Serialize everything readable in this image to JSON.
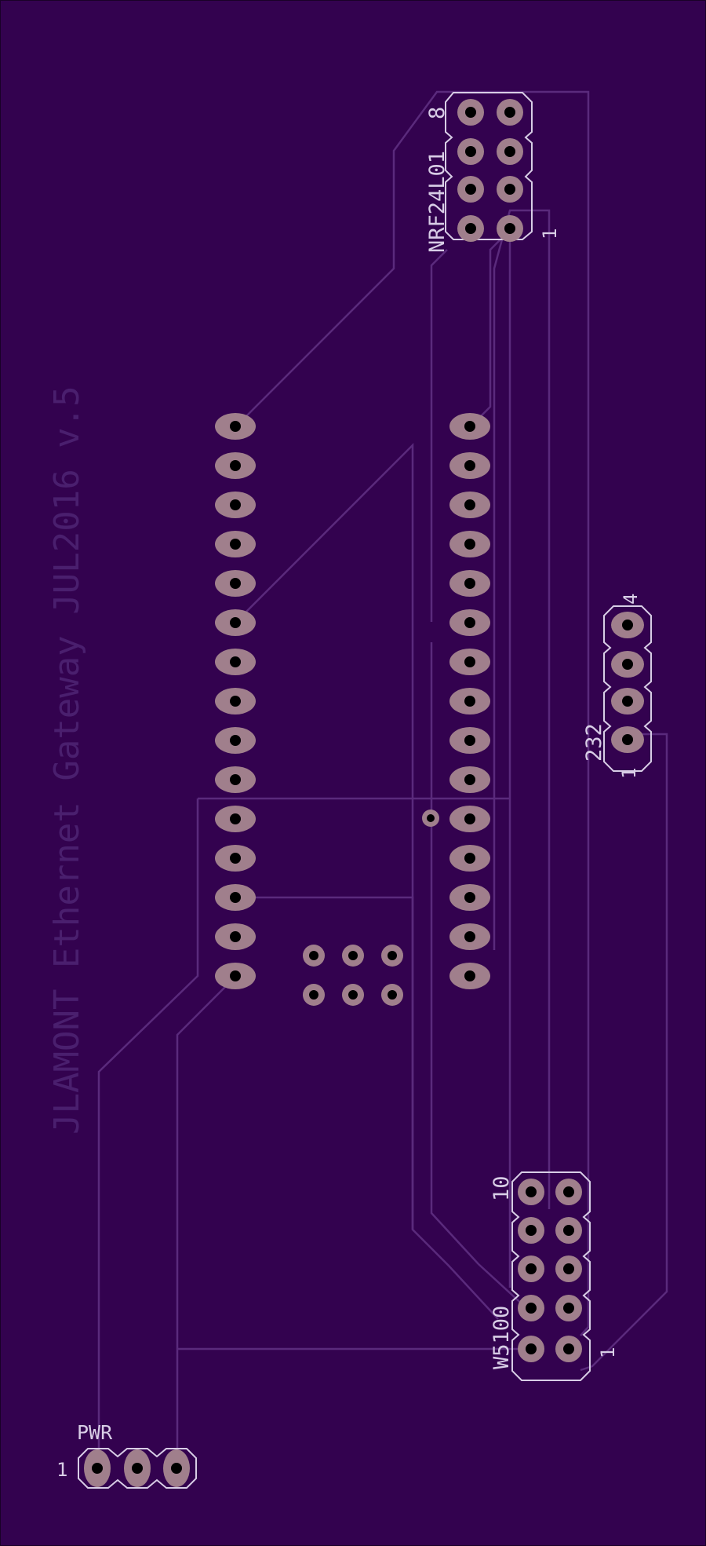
{
  "board": {
    "background_color": "#33024f",
    "silk_color": "#d8cde6",
    "pad_color": "#a07f8c",
    "trace_color": "#5a2a7c",
    "watermark_color": "#4a1f6e"
  },
  "watermark": {
    "text": "JLAMONT  Ethernet Gateway JUL2016 v.5"
  },
  "nrf_header": {
    "name": "NRF24L01",
    "suffix": "8",
    "pin1_label": "1"
  },
  "rs232_header": {
    "name": "232",
    "pin1_label": "1",
    "pin4_label": "4"
  },
  "w5100_header": {
    "name": "W5100",
    "pin1_label": "1",
    "pin10_label": "10"
  },
  "power_header": {
    "name": "PWR",
    "pin1_label": "1"
  }
}
